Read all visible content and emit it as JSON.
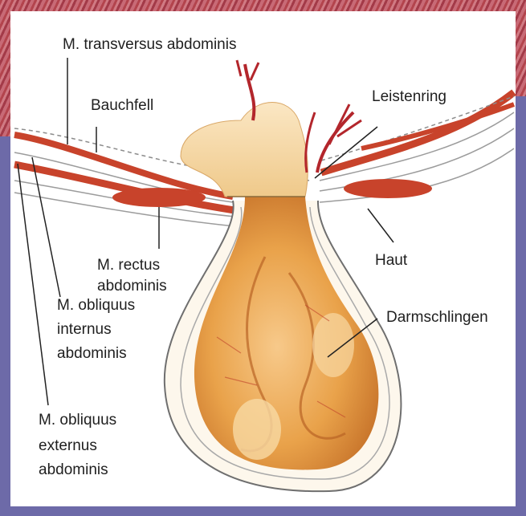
{
  "labels": {
    "transversus": "M. transversus abdominis",
    "bauchfell": "Bauchfell",
    "leistenring": "Leistenring",
    "rectus_line1": "M. rectus",
    "rectus_line2": "abdominis",
    "haut": "Haut",
    "darmschlingen": "Darmschlingen",
    "internus_line1": "M. obliquus",
    "internus_line2": "internus",
    "internus_line3": "abdominis",
    "externus_line1": "M. obliquus",
    "externus_line2": "externus",
    "externus_line3": "abdominis"
  },
  "colors": {
    "frame_purple": "#6d6aa8",
    "muscle_red": "#c8432b",
    "sac_orange": "#e9a24a",
    "tissue_cream": "#f3d7a8"
  }
}
